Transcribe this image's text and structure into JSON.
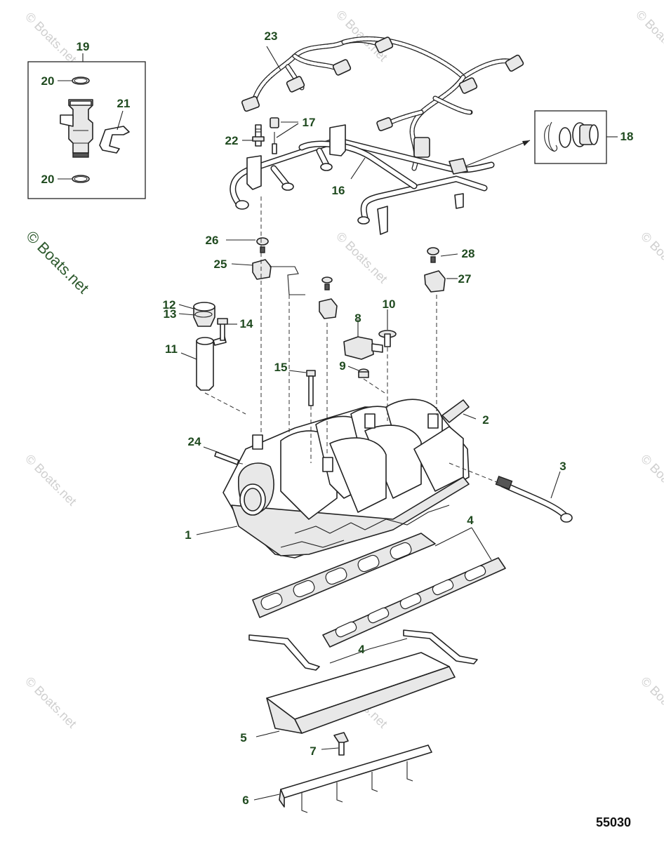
{
  "copyright": "© Boats.net",
  "watermark": "© Boats.net",
  "diagram_number": "55030",
  "callouts": {
    "c1": "1",
    "c2": "2",
    "c3": "3",
    "c4a": "4",
    "c4b": "4",
    "c5": "5",
    "c6": "6",
    "c7": "7",
    "c8": "8",
    "c9": "9",
    "c10": "10",
    "c11": "11",
    "c12": "12",
    "c13": "13",
    "c14": "14",
    "c15": "15",
    "c16": "16",
    "c17": "17",
    "c18": "18",
    "c19": "19",
    "c20a": "20",
    "c20b": "20",
    "c21": "21",
    "c22": "22",
    "c23": "23",
    "c24": "24",
    "c25": "25",
    "c26": "26",
    "c27": "27",
    "c28": "28"
  }
}
